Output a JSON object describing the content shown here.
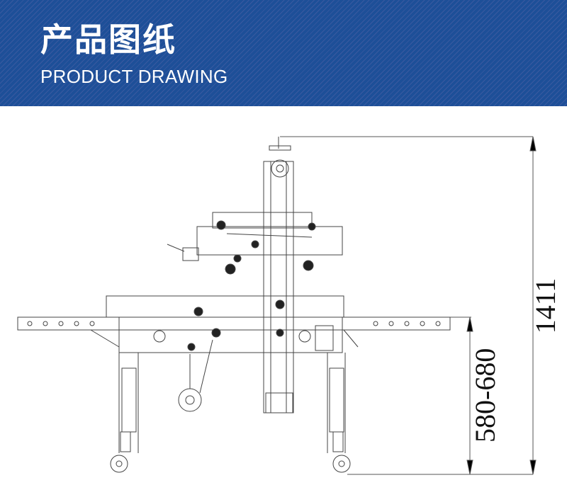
{
  "header": {
    "title": "产品图纸",
    "subtitle": "PRODUCT DRAWING",
    "background_color": "#1d4f98"
  },
  "drawing": {
    "dimensions": {
      "total_height": "1411",
      "table_height": "580-680"
    }
  }
}
